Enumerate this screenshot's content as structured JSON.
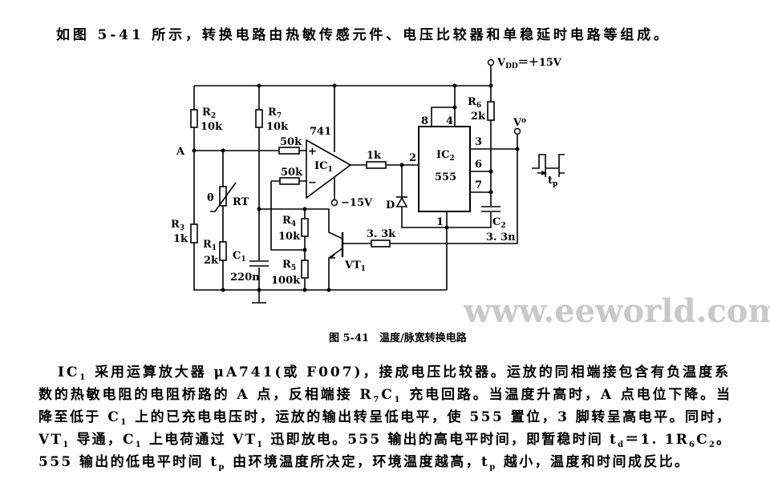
{
  "intro": "如图 5-41 所示，转换电路由热敏传感元件、电压比较器和单稳延时电路等组成。",
  "caption": "图 5-41　温度/脉宽转换电路",
  "watermark": "www.eeworld.com.cn",
  "circuit": {
    "vdd": {
      "main": "V",
      "sub": "DD",
      "rest": "＝＋15V"
    },
    "vo": {
      "main": "V",
      "sub": "o"
    },
    "node_a": "A",
    "r2": {
      "main": "R",
      "sub": "2",
      "value": "10k"
    },
    "r7": {
      "main": "R",
      "sub": "7",
      "value": "10k"
    },
    "r3": {
      "main": "R",
      "sub": "3",
      "value": "1k"
    },
    "r1": {
      "main": "R",
      "sub": "1",
      "value": "2k"
    },
    "rt": "RT",
    "rt_mark": "θ",
    "c1": {
      "main": "C",
      "sub": "1",
      "value": "220n"
    },
    "r4": {
      "main": "R",
      "sub": "4",
      "value": "10k"
    },
    "r5": {
      "main": "R",
      "sub": "5",
      "value": "100k"
    },
    "opamp_type": "741",
    "ic1": {
      "main": "IC",
      "sub": "1"
    },
    "r_plus": "50k",
    "r_minus": "50k",
    "plus_sign": "+",
    "minus_sign": "−",
    "neg_supply": "−15V",
    "r_out": "1k",
    "diode": "D",
    "vt1": {
      "main": "VT",
      "sub": "1"
    },
    "r_base": "3. 3k",
    "ic2": {
      "main": "IC",
      "sub": "2",
      "type": "555"
    },
    "pins": {
      "p8": "8",
      "p4": "4",
      "p3": "3",
      "p6": "6",
      "p7": "7",
      "p2": "2",
      "p1": "1"
    },
    "r6": {
      "main": "R",
      "sub": "6",
      "value": "2k"
    },
    "c2": {
      "main": "C",
      "sub": "2",
      "value": "3. 3n"
    },
    "tp": {
      "main": "t",
      "sub": "p"
    }
  },
  "paragraph": [
    [
      {
        "t": "IC"
      },
      {
        "t": "1",
        "sub": true
      },
      {
        "t": " 采用运算放大器 μA741(或 F007)，接成电压比较器。运放的同相端接包含有负温度系"
      }
    ],
    [
      {
        "t": "数的热敏电阻的电阻桥路的 A 点，反相端接 R"
      },
      {
        "t": "7",
        "sub": true
      },
      {
        "t": "C"
      },
      {
        "t": "1",
        "sub": true
      },
      {
        "t": " 充电回路。当温度升高时，A 点电位下降。当"
      }
    ],
    [
      {
        "t": "降至低于 C"
      },
      {
        "t": "1",
        "sub": true
      },
      {
        "t": " 上的已充电电压时，运放的输出转呈低电平，使 555 置位，3 脚转呈高电平。同时，"
      }
    ],
    [
      {
        "t": "VT"
      },
      {
        "t": "1",
        "sub": true
      },
      {
        "t": " 导通，C"
      },
      {
        "t": "1",
        "sub": true
      },
      {
        "t": " 上电荷通过 VT"
      },
      {
        "t": "1",
        "sub": true
      },
      {
        "t": " 迅即放电。555 输出的高电平时间，即暂稳时间 t"
      },
      {
        "t": "d",
        "sub": true
      },
      {
        "t": "＝1. 1R"
      },
      {
        "t": "6",
        "sub": true
      },
      {
        "t": "C"
      },
      {
        "t": "2",
        "sub": true
      },
      {
        "t": "。"
      }
    ],
    [
      {
        "t": "555 输出的低电平时间 t"
      },
      {
        "t": "p",
        "sub": true
      },
      {
        "t": " 由环境温度所决定，环境温度越高，t"
      },
      {
        "t": "p",
        "sub": true
      },
      {
        "t": " 越小，温度和时间成反比。"
      }
    ]
  ]
}
